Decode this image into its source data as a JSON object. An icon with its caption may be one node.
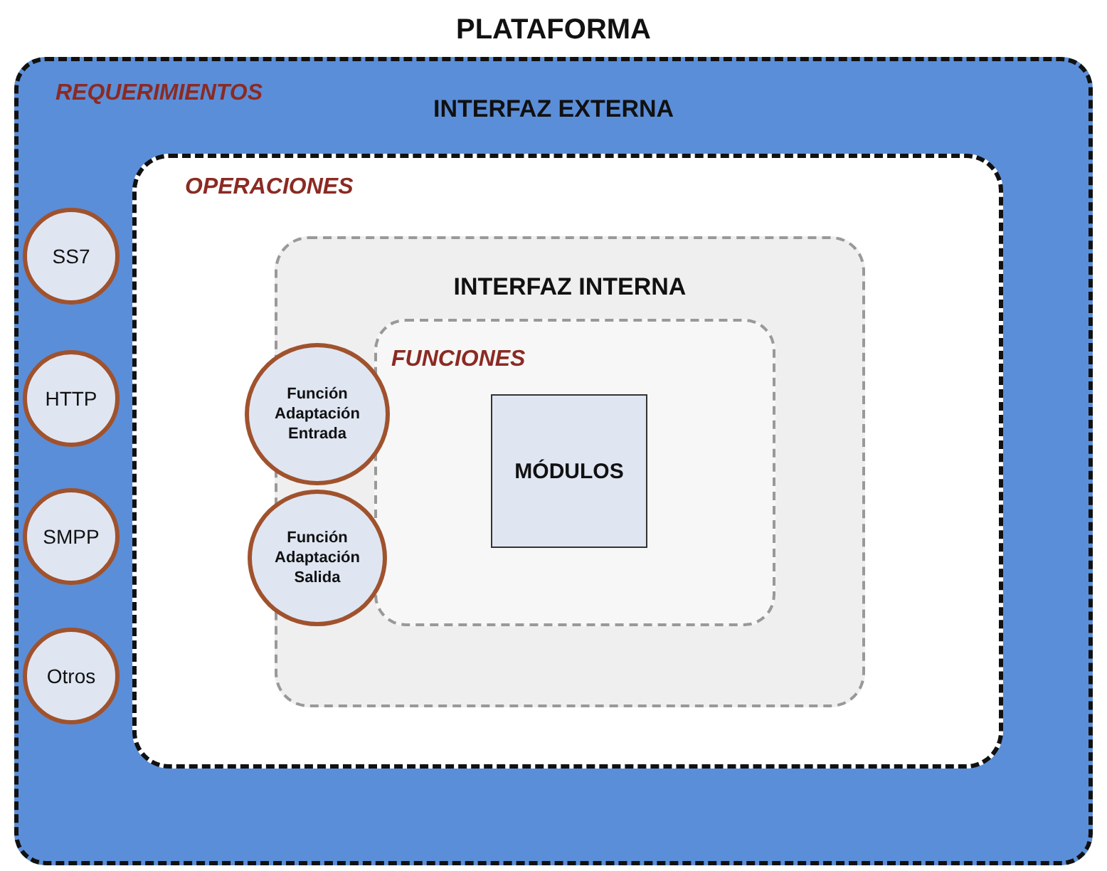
{
  "diagram": {
    "title": "PLATAFORMA",
    "nodes": [
      {
        "text": [
          "REQUERIMIENTOS",
          "INTERFAZ EXTERNA"
        ]
      },
      {
        "text": [
          "OPERACIONES"
        ],
        "in": 0
      },
      {
        "text": [
          "INTERFAZ INTERNA"
        ],
        "in": 1
      },
      {
        "text": [
          "FUNCIONES"
        ],
        "in": 2
      },
      {
        "text": [
          "MÓDULOS"
        ],
        "in": 3
      },
      {
        "text": [
          "SS7"
        ],
        "in": 0
      },
      {
        "text": [
          "HTTP"
        ],
        "in": 0
      },
      {
        "text": [
          "SMPP"
        ],
        "in": 0
      },
      {
        "text": [
          "Otros"
        ],
        "in": 0
      },
      {
        "text": [
          "Función Adaptación Entrada"
        ],
        "in": 1
      },
      {
        "text": [
          "Función Adaptación Salida"
        ],
        "in": 1
      }
    ]
  }
}
